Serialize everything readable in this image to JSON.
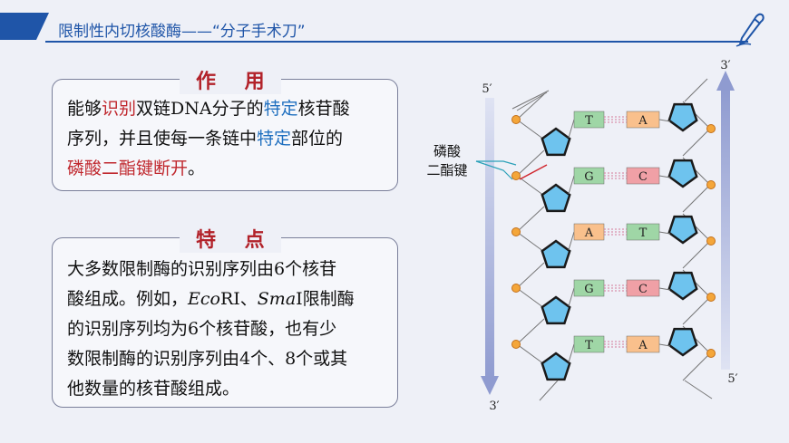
{
  "header": {
    "title": "限制性内切核酸酶——“分子手术刀”",
    "pen_icon": "pen-icon",
    "accent": "#1f55a8"
  },
  "function_panel": {
    "title": "作 用",
    "line1_a": "能够",
    "line1_b": "识别",
    "line1_c": "双链DNA分子的",
    "line1_d": "特定",
    "line1_e": "核苷酸",
    "line2_a": "序列，并且使每一条链中",
    "line2_b": "特定",
    "line2_c": "部位的",
    "line3_a": "磷酸二酯键断开",
    "line3_b": "。"
  },
  "feature_panel": {
    "title": "特 点",
    "line1": "大多数限制酶的识别序列由6个核苷",
    "line2_a": "酸组成。例如，",
    "line2_b": "Eco",
    "line2_c": "RI、",
    "line2_d": "Sma",
    "line2_e": "I限制酶",
    "line3": "的识别序列均为6个核苷酸，也有少",
    "line4": "数限制酶的识别序列由4个、8个或其",
    "line5": "他数量的核苷酸组成。"
  },
  "diagram": {
    "label_bond_line1": "磷酸",
    "label_bond_line2": "二酯键",
    "left_top_end": "5′",
    "left_bottom_end": "3′",
    "right_top_end": "3′",
    "right_bottom_end": "5′",
    "pairs": [
      {
        "left": "T",
        "right": "A"
      },
      {
        "left": "G",
        "right": "C"
      },
      {
        "left": "A",
        "right": "T"
      },
      {
        "left": "G",
        "right": "C"
      },
      {
        "left": "T",
        "right": "A"
      }
    ],
    "colors": {
      "pentagon": "#6ec3ee",
      "phosphate": "#f4a63a",
      "T": "#9fd6a6",
      "A": "#f9c08c",
      "G": "#9fd6a6",
      "C": "#f0a0a6",
      "arrow": "#9aa6d6"
    }
  }
}
